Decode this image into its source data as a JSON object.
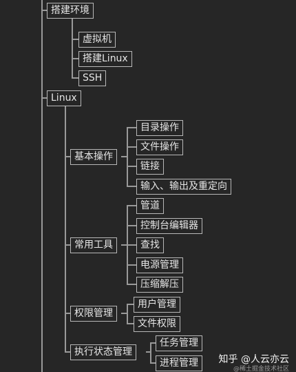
{
  "sections": [
    {
      "label": "搭建环境",
      "children": [
        {
          "label": "虚拟机"
        },
        {
          "label": "搭建Linux"
        },
        {
          "label": "SSH"
        }
      ]
    },
    {
      "label": "Linux",
      "children": [
        {
          "label": "基本操作",
          "children": [
            {
              "label": "目录操作"
            },
            {
              "label": "文件操作"
            },
            {
              "label": "链接"
            },
            {
              "label": "输入、输出及重定向"
            }
          ]
        },
        {
          "label": "常用工具",
          "children": [
            {
              "label": "管道"
            },
            {
              "label": "控制台编辑器"
            },
            {
              "label": "查找"
            },
            {
              "label": "电源管理"
            },
            {
              "label": "压缩解压"
            }
          ]
        },
        {
          "label": "权限管理",
          "children": [
            {
              "label": "用户管理"
            },
            {
              "label": "文件权限"
            }
          ]
        },
        {
          "label": "执行状态管理",
          "children": [
            {
              "label": "任务管理"
            },
            {
              "label": "进程管理"
            }
          ]
        }
      ]
    }
  ],
  "watermark": {
    "main": "知乎 @人云亦云",
    "sub": "@稀土掘金技术社区"
  }
}
